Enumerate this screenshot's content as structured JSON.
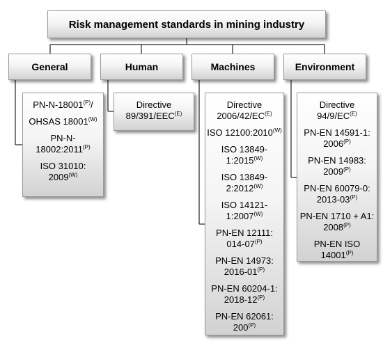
{
  "title": "Risk management standards in mining industry",
  "categories": [
    {
      "name": "General",
      "items": [
        {
          "lines": [
            [
              {
                "t": "PN-N-18001"
              },
              {
                "t": "(P)",
                "sup": true
              },
              {
                "t": "/"
              }
            ]
          ]
        },
        {
          "lines": [
            [
              {
                "t": "OHSAS 18001"
              },
              {
                "t": "(W)",
                "sup": true
              }
            ]
          ]
        },
        {
          "lines": [
            [
              {
                "t": "PN-N-"
              }
            ],
            [
              {
                "t": "18002:2011"
              },
              {
                "t": "(P)",
                "sup": true
              }
            ]
          ]
        },
        {
          "lines": [
            [
              {
                "t": "ISO 31010:"
              }
            ],
            [
              {
                "t": "2009"
              },
              {
                "t": "(W)",
                "sup": true
              }
            ]
          ]
        }
      ]
    },
    {
      "name": "Human",
      "items": [
        {
          "lines": [
            [
              {
                "t": "Directive"
              }
            ],
            [
              {
                "t": "89/391/EEC"
              },
              {
                "t": "(E)",
                "sup": true
              }
            ]
          ]
        }
      ]
    },
    {
      "name": "Machines",
      "items": [
        {
          "lines": [
            [
              {
                "t": "Directive"
              }
            ],
            [
              {
                "t": "2006/42/EC"
              },
              {
                "t": "(E)",
                "sup": true
              }
            ]
          ]
        },
        {
          "lines": [
            [
              {
                "t": "ISO 12100:2010"
              },
              {
                "t": "(W)",
                "sup": true
              }
            ]
          ]
        },
        {
          "lines": [
            [
              {
                "t": "ISO 13849-"
              }
            ],
            [
              {
                "t": "1:2015"
              },
              {
                "t": "(W)",
                "sup": true
              }
            ]
          ]
        },
        {
          "lines": [
            [
              {
                "t": "ISO 13849-"
              }
            ],
            [
              {
                "t": "2:2012"
              },
              {
                "t": "(W)",
                "sup": true
              }
            ]
          ]
        },
        {
          "lines": [
            [
              {
                "t": "ISO 14121-"
              }
            ],
            [
              {
                "t": "1:2007"
              },
              {
                "t": "(W)",
                "sup": true
              }
            ]
          ]
        },
        {
          "lines": [
            [
              {
                "t": "PN-EN 12111:"
              }
            ],
            [
              {
                "t": "014-07"
              },
              {
                "t": "(P)",
                "sup": true
              }
            ]
          ]
        },
        {
          "lines": [
            [
              {
                "t": "PN-EN 14973:"
              }
            ],
            [
              {
                "t": "2016-01"
              },
              {
                "t": "(P)",
                "sup": true
              }
            ]
          ]
        },
        {
          "lines": [
            [
              {
                "t": "PN-EN 60204-1:"
              }
            ],
            [
              {
                "t": "2018-12"
              },
              {
                "t": "(P)",
                "sup": true
              }
            ]
          ]
        },
        {
          "lines": [
            [
              {
                "t": "PN-EN 62061:"
              }
            ],
            [
              {
                "t": "200"
              },
              {
                "t": "(P)",
                "sup": true
              }
            ]
          ]
        }
      ]
    },
    {
      "name": "Environment",
      "items": [
        {
          "lines": [
            [
              {
                "t": "Directive"
              }
            ],
            [
              {
                "t": "94/9/EC"
              },
              {
                "t": "(E)",
                "sup": true
              }
            ]
          ]
        },
        {
          "lines": [
            [
              {
                "t": "PN-EN 14591-1:"
              }
            ],
            [
              {
                "t": "2006"
              },
              {
                "t": "(P)",
                "sup": true
              }
            ]
          ]
        },
        {
          "lines": [
            [
              {
                "t": "PN-EN 14983:"
              }
            ],
            [
              {
                "t": "2009"
              },
              {
                "t": "(P)",
                "sup": true
              }
            ]
          ]
        },
        {
          "lines": [
            [
              {
                "t": "PN-EN 60079-0:"
              }
            ],
            [
              {
                "t": "2013-03"
              },
              {
                "t": "(P)",
                "sup": true
              }
            ]
          ]
        },
        {
          "lines": [
            [
              {
                "t": "PN-EN 1710 + A1:"
              }
            ],
            [
              {
                "t": "2008"
              },
              {
                "t": "(P)",
                "sup": true
              }
            ]
          ]
        },
        {
          "lines": [
            [
              {
                "t": "PN-EN ISO"
              }
            ],
            [
              {
                "t": "14001"
              },
              {
                "t": "(P)",
                "sup": true
              }
            ]
          ]
        }
      ]
    }
  ]
}
